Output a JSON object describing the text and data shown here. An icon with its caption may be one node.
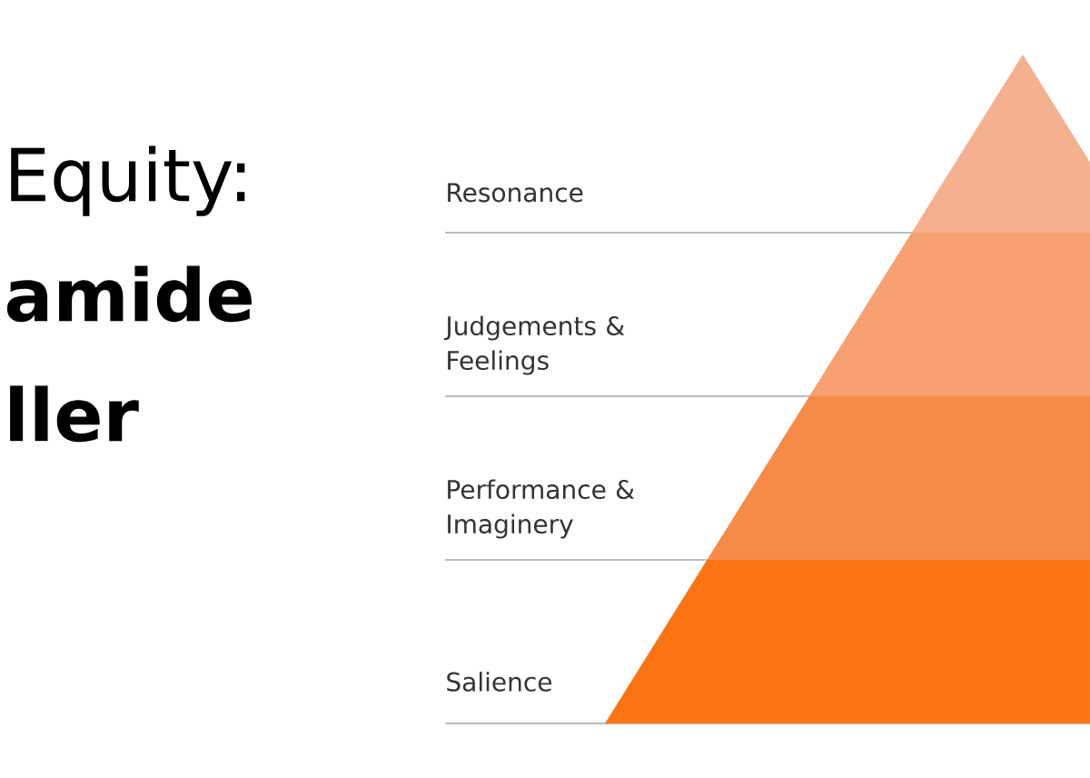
{
  "diagram": {
    "title": "Equity: **amide ller**",
    "nodes": [
      {
        "text": [
          "Resonance"
        ]
      },
      {
        "text": [
          "Judgements & Feelings"
        ]
      },
      {
        "text": [
          "Performance & Imaginery"
        ]
      },
      {
        "text": [
          "Salience"
        ]
      }
    ]
  }
}
